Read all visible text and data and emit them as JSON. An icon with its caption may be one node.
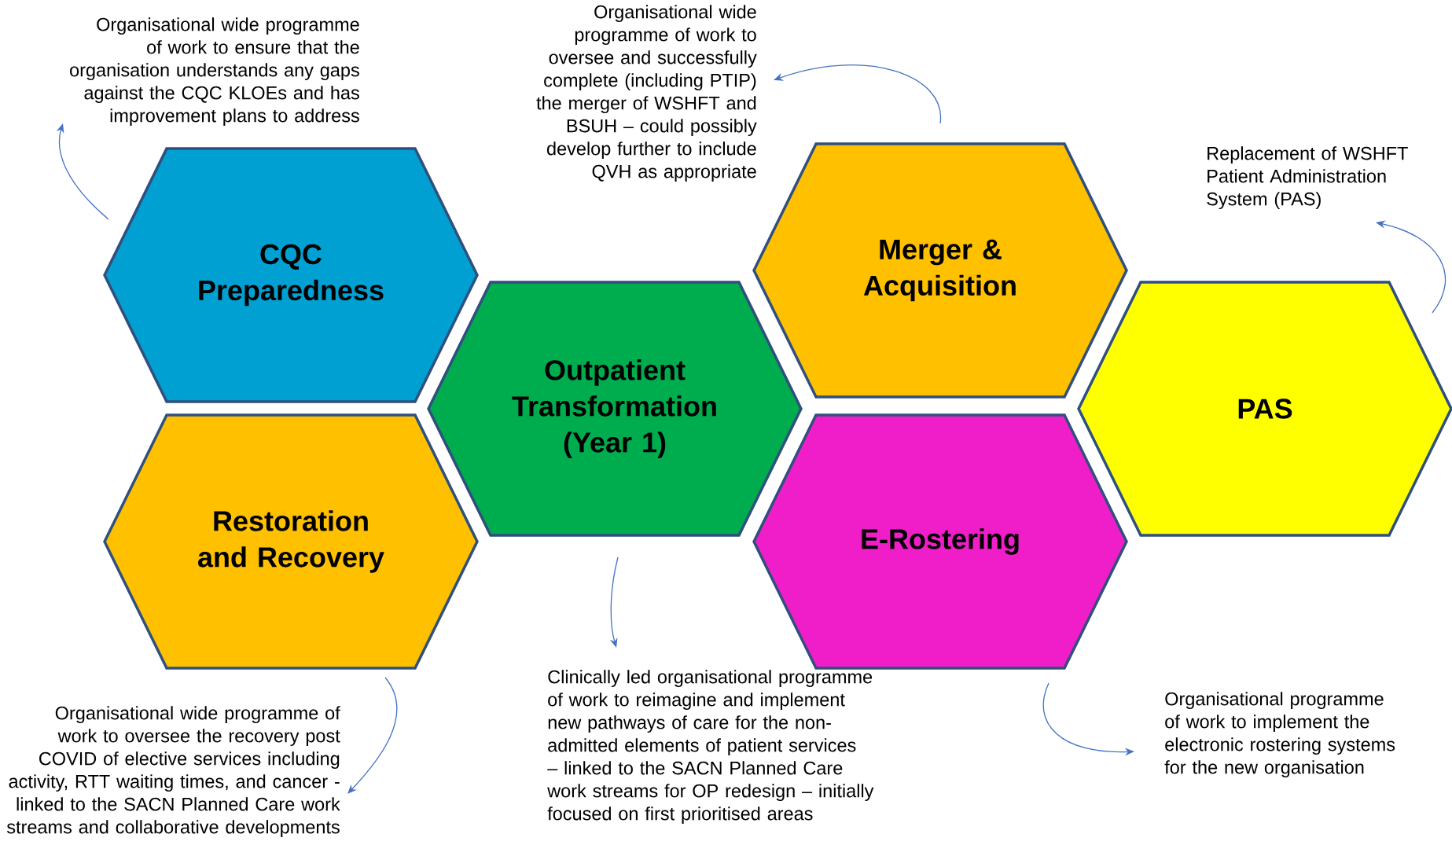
{
  "diagram": {
    "nodes": [
      {
        "text": [
          "CQC Preparedness"
        ]
      },
      {
        "text": [
          "Merger & Acquisition"
        ]
      },
      {
        "text": [
          "Outpatient Transformation (Year 1)"
        ]
      },
      {
        "text": [
          "PAS"
        ]
      },
      {
        "text": [
          "Restoration and Recovery"
        ]
      },
      {
        "text": [
          "E-Rostering"
        ]
      },
      {
        "text": [
          "Organisational wide programme of work to ensure that the organisation understands any gaps against the CQC KLOEs and has improvement plans to address"
        ]
      },
      {
        "text": [
          "Organisational wide programme of work to oversee and successfully complete (including PTIP) the merger of WSHFT and BSUH – could possibly develop further to include QVH as appropriate"
        ]
      },
      {
        "text": [
          "Replacement of WSHFT Patient Administration System (PAS)"
        ]
      },
      {
        "text": [
          "Organisational wide programme of work to oversee the recovery post COVID of elective services including activity, RTT waiting times, and cancer - linked to the SACN Planned Care work streams and collaborative developments"
        ]
      },
      {
        "text": [
          "Clinically led organisational programme of work to reimagine and implement new pathways of care for the non-admitted elements of patient services – linked to the SACN Planned Care work streams for OP redesign – initially focused on first prioritised areas"
        ]
      },
      {
        "text": [
          "Organisational programme of work to implement the electronic rostering systems for the new organisation"
        ]
      }
    ],
    "edges": [
      {
        "from": 0,
        "to": 6,
        "arrow": "to"
      },
      {
        "from": 1,
        "to": 7,
        "arrow": "to"
      },
      {
        "from": 3,
        "to": 8,
        "arrow": "to"
      },
      {
        "from": 4,
        "to": 9,
        "arrow": "to"
      },
      {
        "from": 2,
        "to": 10,
        "arrow": "to"
      },
      {
        "from": 5,
        "to": 11,
        "arrow": "to"
      }
    ]
  }
}
